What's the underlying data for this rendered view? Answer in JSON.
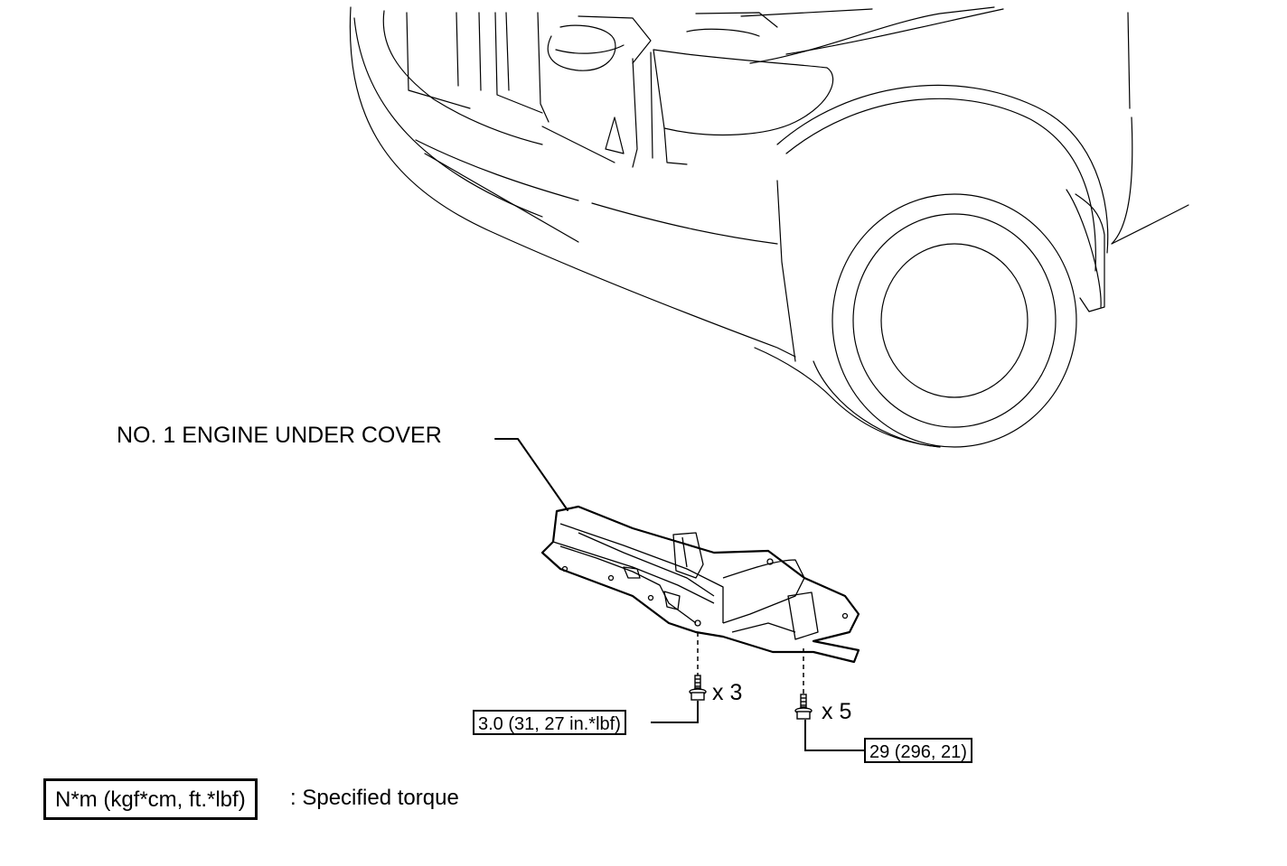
{
  "labels": {
    "part_name": "NO. 1 ENGINE UNDER COVER",
    "bolt_group_a_qty": "x 3",
    "bolt_group_b_qty": "x 5",
    "torque_a": "3.0 (31, 27 in.*lbf)",
    "torque_b": "29 (296, 21)"
  },
  "legend": {
    "unit_box": "N*m (kgf*cm, ft.*lbf)",
    "description": ": Specified torque"
  }
}
